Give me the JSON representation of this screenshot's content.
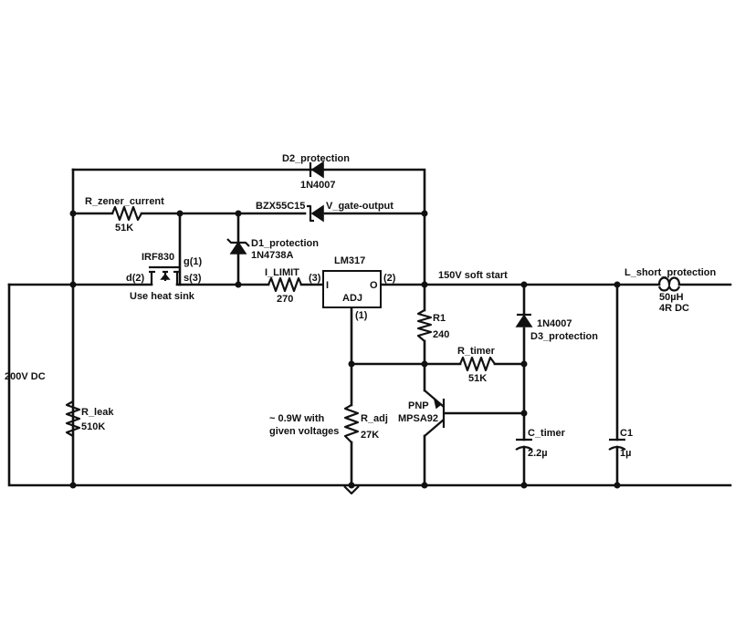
{
  "colors": {
    "wire": "#111111",
    "background": "#ffffff"
  },
  "labels": {
    "d2_name": "D2_protection",
    "d2_part": "1N4007",
    "r_zener_name": "R_zener_current",
    "r_zener_value": "51K",
    "zener_part": "BZX55C15",
    "gate_net": "V_gate-output",
    "d1_name": "D1_protection",
    "d1_part": "1N4738A",
    "mosfet_part": "IRF830",
    "mosfet_gate": "g(1)",
    "mosfet_drain": "d(2)",
    "mosfet_source": "s(3)",
    "mosfet_note": "Use heat sink",
    "i_limit_name": "I_LIMIT",
    "i_limit_value": "270",
    "reg_part": "LM317",
    "reg_in_pin": "(3)",
    "reg_out_pin": "(2)",
    "reg_in": "I",
    "reg_out": "O",
    "reg_adj": "ADJ",
    "reg_adj_pin": "(1)",
    "soft_start_net": "150V soft start",
    "l_name": "L_short_protection",
    "l_value": "50µH",
    "l_dcr": "4R DC",
    "r1_name": "R1",
    "r1_value": "240",
    "d3_part": "1N4007",
    "d3_name": "D3_protection",
    "r_timer_name": "R_timer",
    "r_timer_value": "51K",
    "supply": "200V DC",
    "r_leak_name": "R_leak",
    "r_leak_value": "510K",
    "radj_note_1": "~ 0.9W with",
    "radj_note_2": "given voltages",
    "r_adj_name": "R_adj",
    "r_adj_value": "27K",
    "pnp_type": "PNP",
    "pnp_part": "MPSA92",
    "c_timer_name": "C_timer",
    "c_timer_value": "2.2µ",
    "c1_name": "C1",
    "c1_value": "1µ"
  }
}
